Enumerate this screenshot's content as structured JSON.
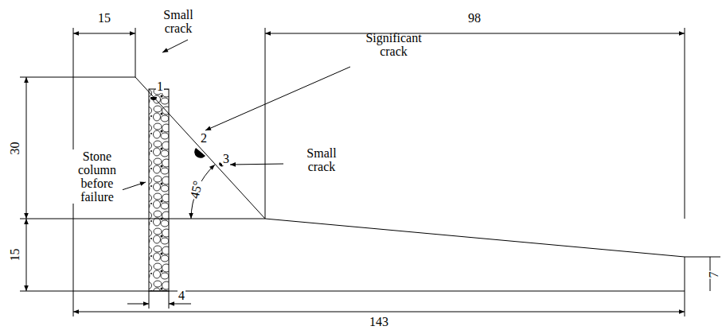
{
  "diagram": {
    "labels": [
      "15",
      "Small crack",
      "98",
      "Significant crack",
      "30",
      "1",
      "2",
      "3",
      "Small crack",
      "45°",
      "Stone column before failure",
      "15",
      "4",
      "143",
      "7"
    ]
  }
}
